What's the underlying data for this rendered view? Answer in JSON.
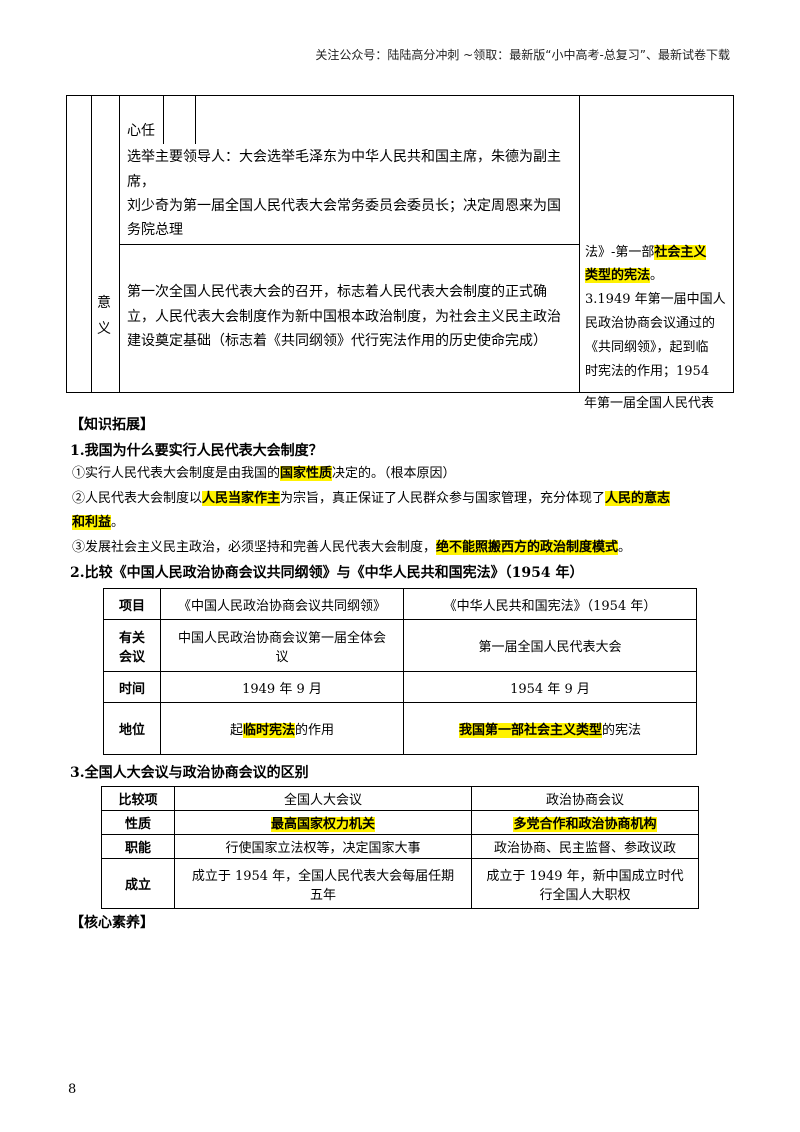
{
  "header": {
    "text": "关注公众号：陆陆高分冲刺  ~领取：最新版“小中高考-总复习”、最新试卷下载"
  },
  "top_table": {
    "fragment": "心任",
    "election_lines": [
      "选举主要领导人：大会选举毛泽东为中华人民共和国主席，朱德为副主",
      "席，",
      "刘少奇为第一届全国人民代表大会常务委员会委员长；决定周恩来为国",
      "务院总理"
    ],
    "significance_label_1": "意",
    "significance_label_2": "义",
    "significance_lines": [
      "第一次全国人民代表大会的召开，标志着人民代表大会制度的正式确",
      "立，人民代表大会制度作为新中国根本政治制度，为社会主义民主政治",
      "建设奠定基础（标志着《共同纲领》代行宪法作用的历史使命完成）"
    ],
    "side": {
      "prefix": "法》-第一部",
      "hl1": "社会主义",
      "hl2": "类型的宪法",
      "suffix": "。",
      "lines": [
        "3.1949 年第一届中国人",
        "民政治协商会议通过的",
        "《共同纲领》，起到临",
        "时宪法的作用；1954"
      ],
      "below": "年第一届全国人民代表"
    }
  },
  "knowledge": {
    "title": "【知识拓展】",
    "q1": "1.我国为什么要实行人民代表大会制度？",
    "p1": {
      "a": "①实行人民代表大会制度是由我国的",
      "hl": "国家性质",
      "b": "决定的。（根本原因）"
    },
    "p2": {
      "a": "②人民代表大会制度以",
      "hl": "人民当家作主",
      "b": "为宗旨，真正保证了人民群众参与国家管理，充分体现了",
      "hl2": "人民的意志",
      "hl3": "和利益",
      "c": "。"
    },
    "p3": {
      "a": "③发展社会主义民主政治，必须坚持和完善人民代表大会制度，",
      "hl": "绝不能照搬西方的政治制度模式",
      "b": "。"
    },
    "q2": "2.比较《中国人民政治协商会议共同纲领》与《中华人民共和国宪法》（1954 年）",
    "t2": {
      "h0": "项目",
      "h1": "《中国人民政治协商会议共同纲领》",
      "h2": "《中华人民共和国宪法》（1954 年）",
      "r1_label_a": "有关",
      "r1_label_b": "会议",
      "r1_c1_a": "中国人民政治协商会议第一届全体会",
      "r1_c1_b": "议",
      "r1_c2": "第一届全国人民代表大会",
      "r2_label": "时间",
      "r2_c1": "1949 年 9 月",
      "r2_c2": "1954 年 9 月",
      "r3_label": "地位",
      "r3_c1_a": "起",
      "r3_c1_hl": "临时宪法",
      "r3_c1_b": "的作用",
      "r3_c2_hl": "我国第一部社会主义类型",
      "r3_c2_b": "的宪法"
    },
    "q3": "3.全国人大会议与政治协商会议的区别",
    "t3": {
      "h0": "比较项",
      "h1": "全国人大会议",
      "h2": "政治协商会议",
      "r1_label": "性质",
      "r1_c1": "最高国家权力机关",
      "r1_c2": "多党合作和政治协商机构",
      "r2_label": "职能",
      "r2_c1": "行使国家立法权等，决定国家大事",
      "r2_c2": "政治协商、民主监督、参政议政",
      "r3_label": "成立",
      "r3_c1_a": "成立于 1954 年，全国人民代表大会每届任期",
      "r3_c1_b": "五年",
      "r3_c2_a": "成立于 1949 年，新中国成立时代",
      "r3_c2_b": "行全国人大职权"
    },
    "core_title": "【核心素养】"
  },
  "page_number": "8"
}
